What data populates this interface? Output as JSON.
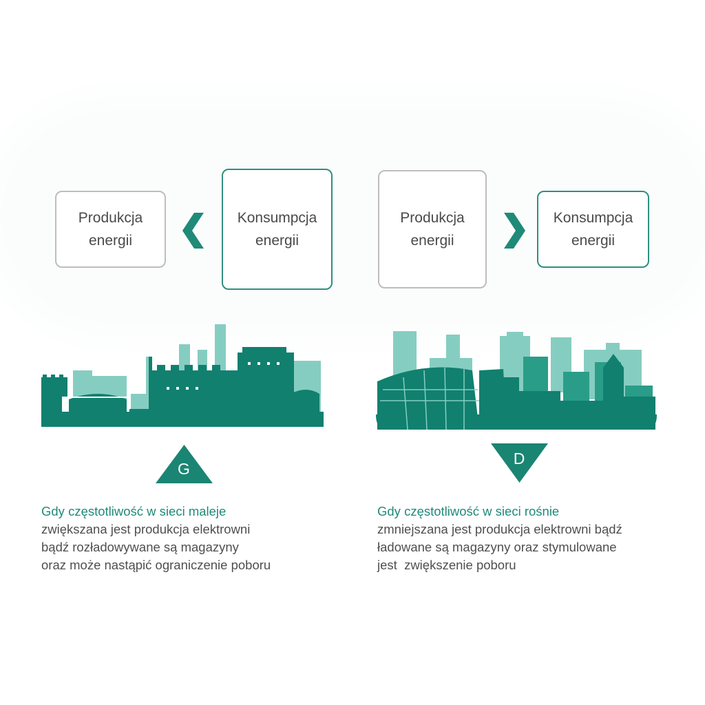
{
  "left": {
    "producer_box": {
      "line1": "Produkcja",
      "line2": "energii"
    },
    "consumer_box": {
      "line1": "Konsumpcja",
      "line2": "energii"
    },
    "indicator_letter": "G",
    "caption": {
      "heading": "Gdy częstotliwość w sieci maleje",
      "lines": [
        "zwiększana jest produkcja elektrowni",
        "bądź rozładowywane są magazyny",
        "oraz może nastąpić ograniczenie poboru"
      ]
    }
  },
  "right": {
    "producer_box": {
      "line1": "Produkcja",
      "line2": "energii"
    },
    "consumer_box": {
      "line1": "Konsumpcja",
      "line2": "energii"
    },
    "indicator_letter": "D",
    "caption": {
      "heading": "Gdy częstotliwość w sieci rośnie",
      "lines": [
        "zmniejszana jest produkcja elektrowni bądź",
        "ładowane są magazyny oraz stymulowane",
        "jest  zwiększenie poboru"
      ]
    }
  },
  "colors": {
    "teal_dark": "#11806f",
    "teal_mid": "#2a9d88",
    "teal_light": "#86cdc1",
    "gray_border": "#bdbdbd"
  }
}
